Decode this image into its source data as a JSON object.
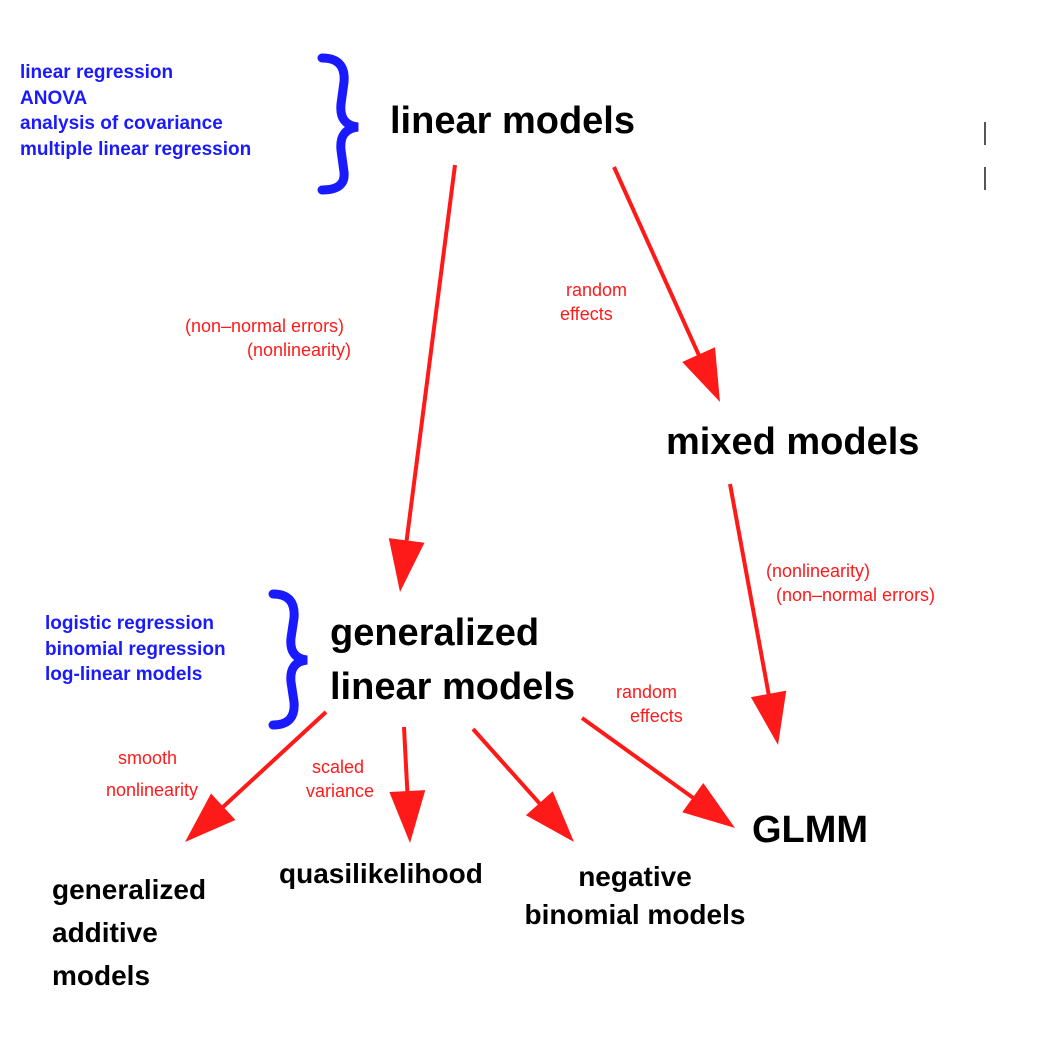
{
  "colors": {
    "arrow": "#ff1a1a",
    "brace": "#1a1aff",
    "list_text": "#1a1aff",
    "node_text": "#000000",
    "label_text": "#ff1a1a"
  },
  "nodes": {
    "linear_models": "linear models",
    "mixed_models": "mixed models",
    "glm": [
      "generalized",
      "linear models"
    ],
    "glmm": "GLMM",
    "gam": [
      "generalized",
      "additive",
      "models"
    ],
    "quasi": "quasilikelihood",
    "negbin": [
      "negative",
      "binomial models"
    ]
  },
  "lists": {
    "linear": [
      "linear regression",
      "ANOVA",
      "analysis of covariance",
      "multiple linear regression"
    ],
    "glm": [
      "logistic regression",
      "binomial regression",
      "log-linear models"
    ]
  },
  "edge_labels": {
    "linear_to_glm": [
      "(non–normal errors)",
      "(nonlinearity)"
    ],
    "linear_to_mixed": [
      "random",
      "effects"
    ],
    "mixed_to_glmm": [
      "(nonlinearity)",
      "(non–normal errors)"
    ],
    "glm_to_glmm": [
      "random",
      "effects"
    ],
    "glm_to_gam": [
      "smooth",
      "nonlinearity"
    ],
    "glm_to_quasi": [
      "scaled",
      "variance"
    ]
  },
  "edges": [
    {
      "from": "linear models",
      "to": "generalized linear models",
      "label": "linear_to_glm"
    },
    {
      "from": "linear models",
      "to": "mixed models",
      "label": "linear_to_mixed"
    },
    {
      "from": "mixed models",
      "to": "GLMM",
      "label": "mixed_to_glmm"
    },
    {
      "from": "generalized linear models",
      "to": "GLMM",
      "label": "glm_to_glmm"
    },
    {
      "from": "generalized linear models",
      "to": "generalized additive models",
      "label": "glm_to_gam"
    },
    {
      "from": "generalized linear models",
      "to": "quasilikelihood",
      "label": "glm_to_quasi"
    },
    {
      "from": "generalized linear models",
      "to": "negative binomial models",
      "label": ""
    }
  ]
}
